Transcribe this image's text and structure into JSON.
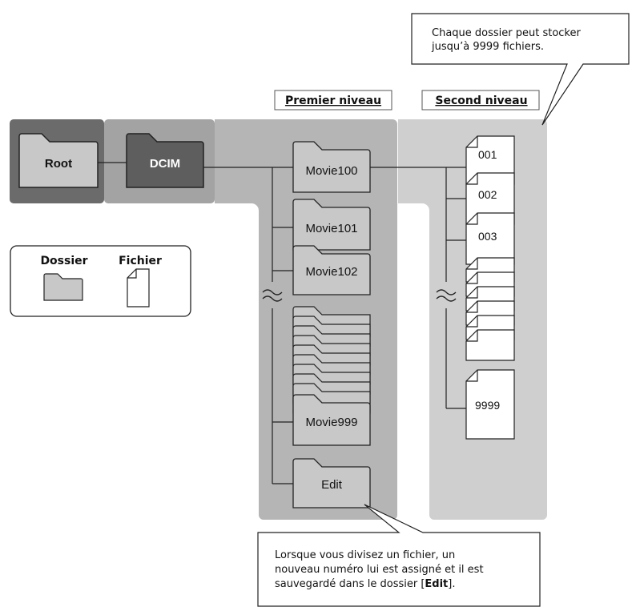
{
  "callout_top": {
    "line1": "Chaque dossier peut stocker",
    "line2": "jusqu’à 9999 fichiers."
  },
  "headings": {
    "first_level": "Premier niveau",
    "second_level": "Second niveau"
  },
  "folders": {
    "root": "Root",
    "dcim": "DCIM",
    "movie100": "Movie100",
    "movie101": "Movie101",
    "movie102": "Movie102",
    "movie999": "Movie999",
    "edit": "Edit"
  },
  "files": {
    "f001": "001",
    "f002": "002",
    "f003": "003",
    "f9999": "9999"
  },
  "legend": {
    "folder_label": "Dossier",
    "file_label": "Fichier"
  },
  "callout_bottom": {
    "line1": "Lorsque vous divisez un fichier, un",
    "line2": "nouveau numéro lui est assigné et il est",
    "line3_prefix": "sauvegardé dans le dossier [",
    "line3_bold": "Edit",
    "line3_suffix": "]."
  },
  "colors": {
    "root_panel": "#6b6b6b",
    "dcim_panel": "#a3a3a3",
    "first_level_panel": "#b5b5b5",
    "second_level_panel": "#cfcfcf",
    "folder_fill": "#c8c8c8",
    "dcim_folder_fill": "#5e5e5e"
  }
}
